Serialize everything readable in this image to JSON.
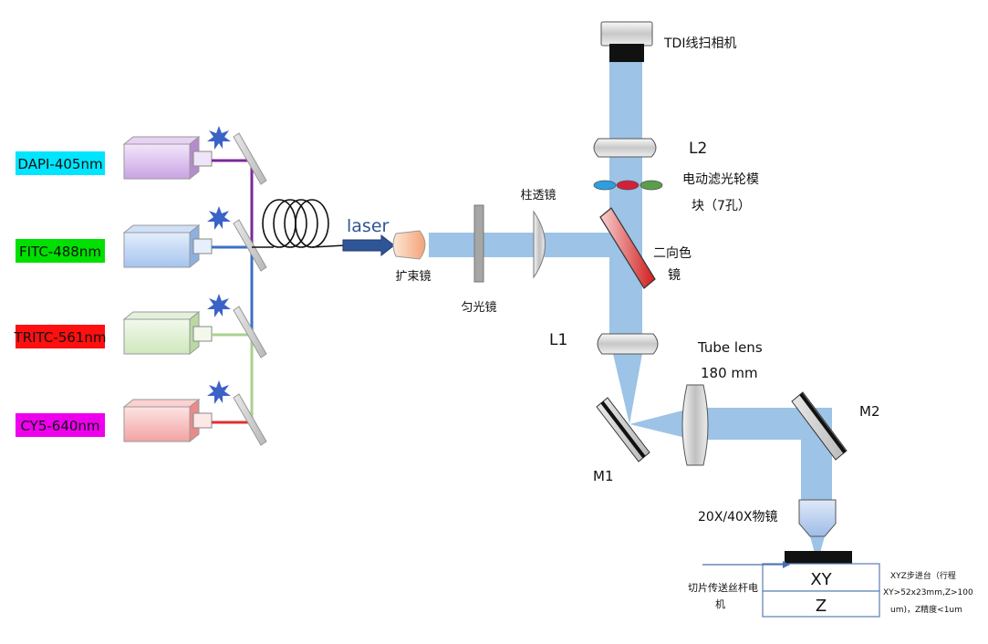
{
  "lasers": [
    {
      "label": "DAPI-405nm",
      "bg": "#00e5ff",
      "line": "#7a2a9a"
    },
    {
      "label": "FITC-488nm",
      "bg": "#00e000",
      "line": "#3e6fc4"
    },
    {
      "label": "TRITC-561nm",
      "bg": "#ff1010",
      "line": "#a9d18e"
    },
    {
      "label": "CY5-640nm",
      "bg": "#ee00ee",
      "line": "#e03030"
    }
  ],
  "labels": {
    "laser": "laser",
    "beam_expander": "扩束镜",
    "homogenizer": "匀光镜",
    "cylinder_lens": "柱透镜",
    "camera": "TDI线扫相机",
    "l2": "L2",
    "filter_wheel_1": "电动滤光轮模",
    "filter_wheel_2": "块（7孔）",
    "dichroic_1": "二向色",
    "dichroic_2": "镜",
    "l1": "L1",
    "tube_lens_1": "Tube lens",
    "tube_lens_2": "180 mm",
    "m1": "M1",
    "m2": "M2",
    "objective": "20X/40X物镜",
    "stage_xy": "XY",
    "stage_z": "Z",
    "slide_screw_1": "切片传送丝杆电",
    "slide_screw_2": "机",
    "stage_desc_1": "XYZ步进台（行程",
    "stage_desc_2": "XY>52x23mm,Z>100",
    "stage_desc_3": "um)，Z精度<1um"
  },
  "colors": {
    "beam": "#9dc3e6",
    "dichroic_red": "#d02020",
    "fiber_arrow": "#2f5597"
  }
}
